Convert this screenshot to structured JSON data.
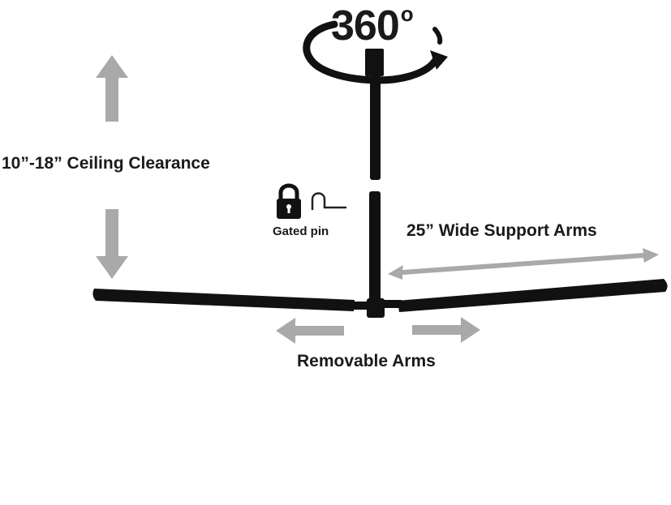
{
  "rotation_label": "360",
  "rotation_unit": "o",
  "clearance_label": "10”-18” Ceiling Clearance",
  "gated_pin_label": "Gated pin",
  "support_arms_label": "25” Wide Support Arms",
  "removable_arms_label": "Removable Arms",
  "colors": {
    "bar": "#111111",
    "arrow_gray": "#a9a9a9",
    "text": "#1a1a1a",
    "background": "#ffffff"
  },
  "icons": [
    "padlock-icon",
    "pin-hook-icon",
    "rotation-arrow-icon"
  ]
}
